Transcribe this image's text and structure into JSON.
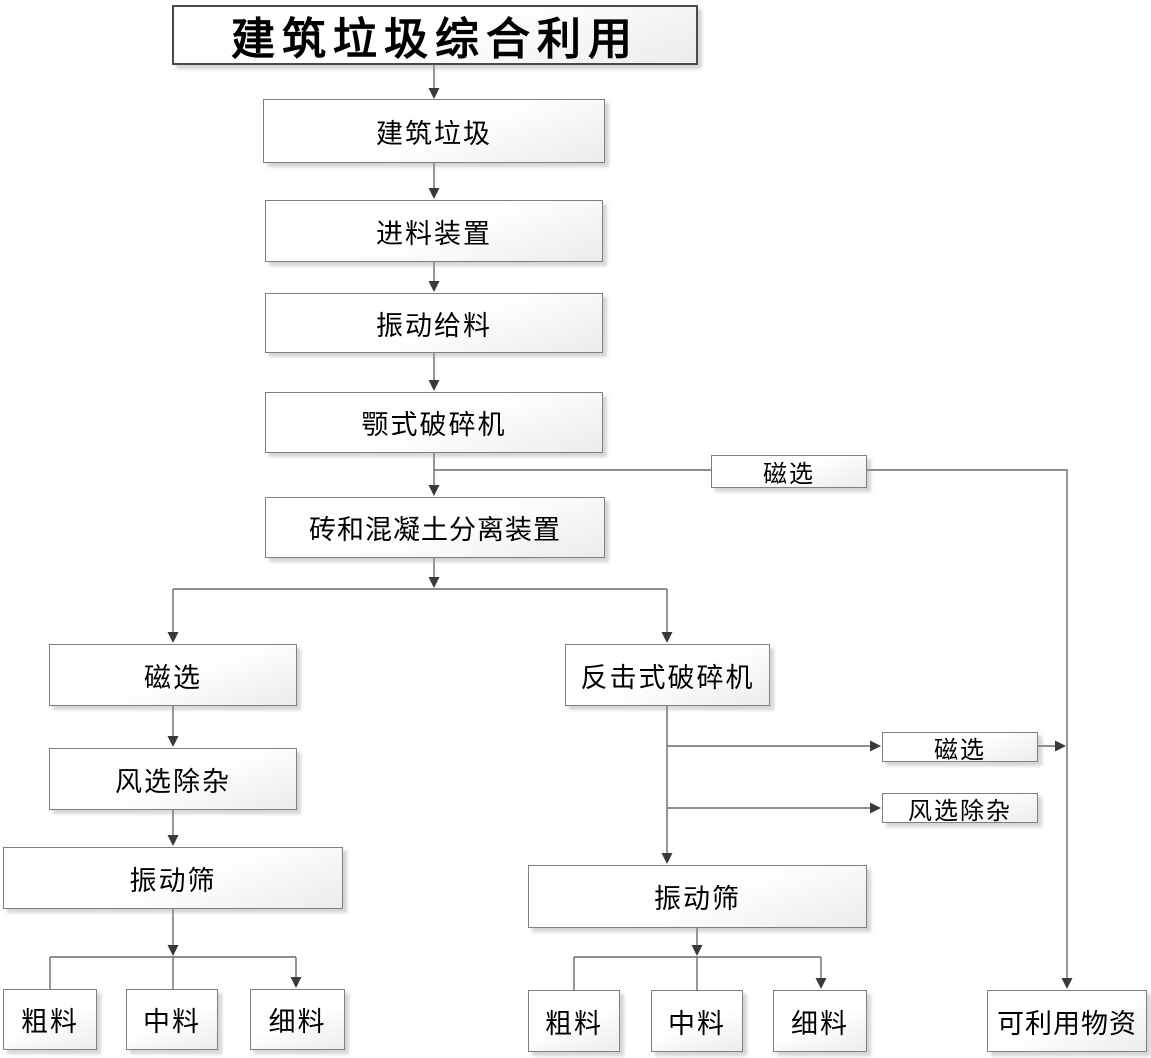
{
  "diagram_title": "建筑垃圾综合利用",
  "nodes": [
    {
      "id": "title",
      "label": "建筑垃圾综合利用"
    },
    {
      "id": "construction-waste",
      "label": "建筑垃圾"
    },
    {
      "id": "feeding-device",
      "label": "进料装置"
    },
    {
      "id": "vibrating-feeder",
      "label": "振动给料"
    },
    {
      "id": "jaw-crusher",
      "label": "颚式破碎机"
    },
    {
      "id": "magnetic-separation-top",
      "label": "磁选"
    },
    {
      "id": "brick-concrete-separation",
      "label": "砖和混凝土分离装置"
    },
    {
      "id": "magnetic-separation-left",
      "label": "磁选"
    },
    {
      "id": "air-classification-left",
      "label": "风选除杂"
    },
    {
      "id": "vibrating-screen-left",
      "label": "振动筛"
    },
    {
      "id": "coarse-left",
      "label": "粗料"
    },
    {
      "id": "medium-left",
      "label": "中料"
    },
    {
      "id": "fine-left",
      "label": "细料"
    },
    {
      "id": "impact-crusher",
      "label": "反击式破碎机"
    },
    {
      "id": "magnetic-separation-right",
      "label": "磁选"
    },
    {
      "id": "air-classification-right",
      "label": "风选除杂"
    },
    {
      "id": "vibrating-screen-right",
      "label": "振动筛"
    },
    {
      "id": "coarse-right",
      "label": "粗料"
    },
    {
      "id": "medium-right",
      "label": "中料"
    },
    {
      "id": "fine-right",
      "label": "细料"
    },
    {
      "id": "usable-materials",
      "label": "可利用物资"
    }
  ],
  "edges": [
    {
      "from": "title",
      "to": "construction-waste"
    },
    {
      "from": "construction-waste",
      "to": "feeding-device"
    },
    {
      "from": "feeding-device",
      "to": "vibrating-feeder"
    },
    {
      "from": "vibrating-feeder",
      "to": "jaw-crusher"
    },
    {
      "from": "jaw-crusher",
      "to": "brick-concrete-separation"
    },
    {
      "from": "jaw-crusher",
      "to": "magnetic-separation-top"
    },
    {
      "from": "magnetic-separation-top",
      "to": "usable-materials"
    },
    {
      "from": "brick-concrete-separation",
      "to": "magnetic-separation-left"
    },
    {
      "from": "brick-concrete-separation",
      "to": "impact-crusher"
    },
    {
      "from": "magnetic-separation-left",
      "to": "air-classification-left"
    },
    {
      "from": "air-classification-left",
      "to": "vibrating-screen-left"
    },
    {
      "from": "vibrating-screen-left",
      "to": "coarse-left"
    },
    {
      "from": "vibrating-screen-left",
      "to": "medium-left"
    },
    {
      "from": "vibrating-screen-left",
      "to": "fine-left"
    },
    {
      "from": "impact-crusher",
      "to": "magnetic-separation-right"
    },
    {
      "from": "impact-crusher",
      "to": "air-classification-right"
    },
    {
      "from": "impact-crusher",
      "to": "vibrating-screen-right"
    },
    {
      "from": "magnetic-separation-right",
      "to": "usable-materials"
    },
    {
      "from": "vibrating-screen-right",
      "to": "coarse-right"
    },
    {
      "from": "vibrating-screen-right",
      "to": "medium-right"
    },
    {
      "from": "vibrating-screen-right",
      "to": "fine-right"
    }
  ],
  "colors": {
    "background": "#ffffff",
    "line": "#6a6a6a",
    "arrowhead": "#3a3a3a",
    "box_border": "#7f7f7f",
    "box_fill_top": "#ffffff",
    "box_fill_bottom": "#ececec",
    "box_shadow": "#969696",
    "text": "#000000"
  }
}
